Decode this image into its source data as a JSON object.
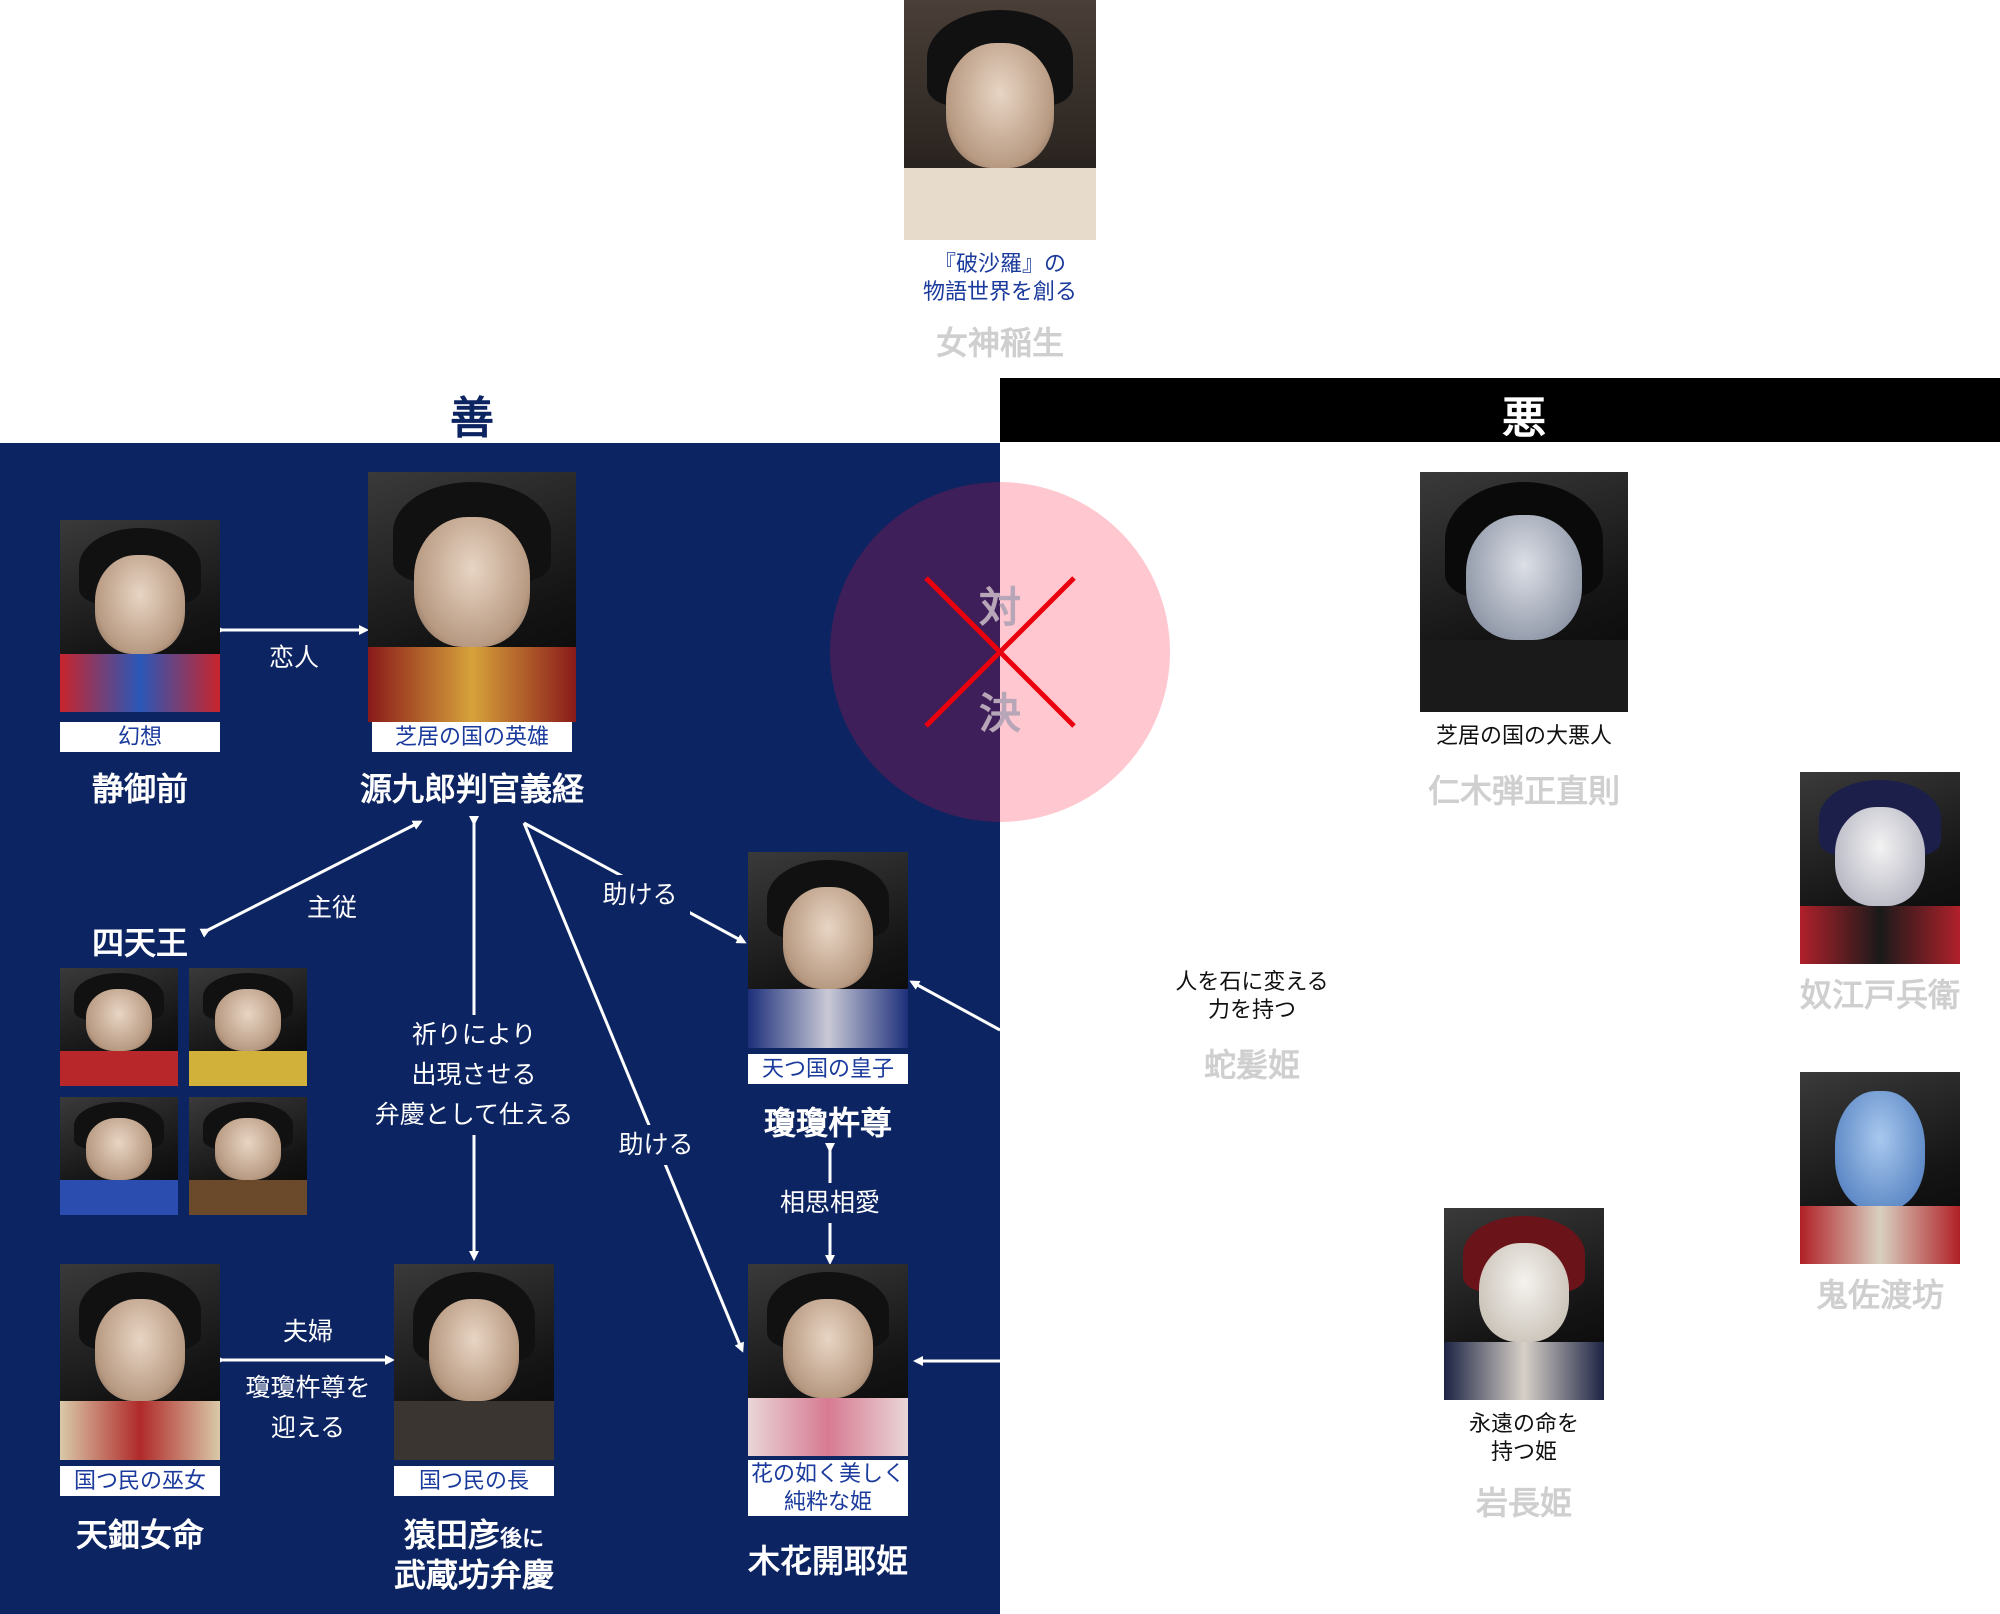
{
  "goddess": {
    "desc": "『破沙羅』の\n物語世界を創る",
    "name": "女神稲生"
  },
  "sides": {
    "good": "善",
    "evil": "悪"
  },
  "versus": {
    "top": "対",
    "bottom": "決"
  },
  "good": {
    "shizuka": {
      "tag": "幻想",
      "name": "静御前"
    },
    "yoshitsune": {
      "tag": "芝居の国の英雄",
      "name": "源九郎判官義経"
    },
    "shitenno": {
      "name": "四天王"
    },
    "ame": {
      "tag": "国つ民の巫女",
      "name": "天鈿女命"
    },
    "saruta": {
      "tag": "国つ民の長",
      "name": "猿田彦",
      "suffix": "後に",
      "name2": "武蔵坊弁慶"
    },
    "ninigi": {
      "tag": "天つ国の皇子",
      "name": "瓊瓊杵尊"
    },
    "konohana": {
      "tag": "花の如く美しく\n純粋な姫",
      "name": "木花開耶姫"
    }
  },
  "relations": {
    "lovers": "恋人",
    "lord_vassal": "主従",
    "pray": "祈りにより\n出現させる\n弁慶として仕える",
    "help1": "助ける",
    "help2": "助ける",
    "mutual_love": "相思相愛",
    "couple": "夫婦",
    "welcome": "瓊瓊杵尊を\n迎える"
  },
  "evil": {
    "nikki": {
      "desc": "芝居の国の大悪人",
      "name": "仁木弾正直則"
    },
    "yakko": {
      "name": "奴江戸兵衛"
    },
    "jahatsu": {
      "desc": "人を石に変える\n力を持つ",
      "name": "蛇髪姫"
    },
    "onisa": {
      "name": "鬼佐渡坊"
    },
    "iwanaga": {
      "desc": "永遠の命を\n持つ姫",
      "name": "岩長姫"
    }
  },
  "colors": {
    "navy": "#0c2461",
    "tagBlue": "#1a3a9c",
    "versusPink": "#ffc7cf",
    "versusPurple": "#3e1f5a",
    "cross": "#e8000f"
  }
}
